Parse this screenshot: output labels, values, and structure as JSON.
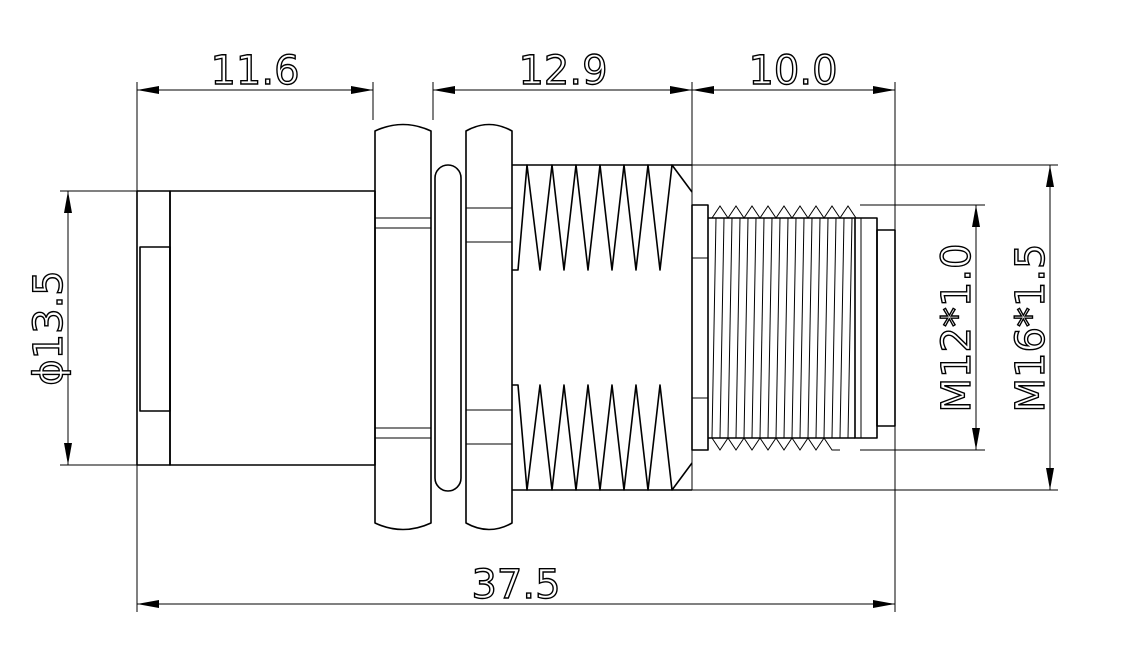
{
  "dimensions": {
    "top_left_length": "11.6",
    "top_middle_length": "12.9",
    "top_right_length": "10.0",
    "overall_length": "37.5",
    "body_diameter": "ϕ13.5",
    "inner_thread": "M12*1.0",
    "outer_thread": "M16*1.5"
  }
}
